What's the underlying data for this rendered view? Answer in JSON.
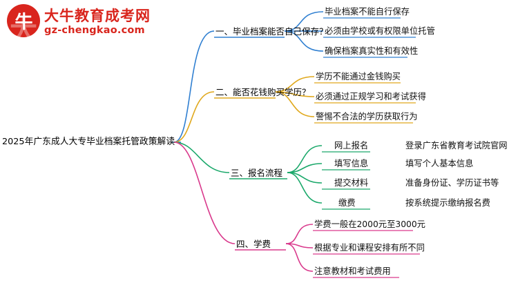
{
  "logo": {
    "name_cn": "大牛教育成考网",
    "name_en": "gz-chengkao.com",
    "mark_char": "牛",
    "watermark_char": "大",
    "brand_color": "#d9251d"
  },
  "mindmap": {
    "root": "2025年广东成人大专毕业档案托管政策解读",
    "branches": [
      {
        "label": "一、毕业档案能否自己保存？",
        "color": "#2f7fd1",
        "children": [
          {
            "label": "毕业档案不能自行保存",
            "detail": ""
          },
          {
            "label": "必须由学校或有权限单位托管",
            "detail": ""
          },
          {
            "label": "确保档案真实性和有效性",
            "detail": ""
          }
        ]
      },
      {
        "label": "二、能否花钱购买学历？",
        "color": "#e0a81c",
        "children": [
          {
            "label": "学历不能通过金钱购买",
            "detail": ""
          },
          {
            "label": "必须通过正规学习和考试获得",
            "detail": ""
          },
          {
            "label": "警惕不合法的学历获取行为",
            "detail": ""
          }
        ]
      },
      {
        "label": "三、报名流程",
        "color": "#1aa86a",
        "children": [
          {
            "label": "网上报名",
            "detail": "登录广东省教育考试院官网"
          },
          {
            "label": "填写信息",
            "detail": "填写个人基本信息"
          },
          {
            "label": "提交材料",
            "detail": "准备身份证、学历证书等"
          },
          {
            "label": "缴费",
            "detail": "按系统提示缴纳报名费"
          }
        ]
      },
      {
        "label": "四、学费",
        "color": "#d9398c",
        "children": [
          {
            "label": "学费一般在2000元至3000元",
            "detail": ""
          },
          {
            "label": "根据专业和课程安排有所不同",
            "detail": ""
          },
          {
            "label": "注意教材和考试费用",
            "detail": ""
          }
        ]
      }
    ]
  }
}
